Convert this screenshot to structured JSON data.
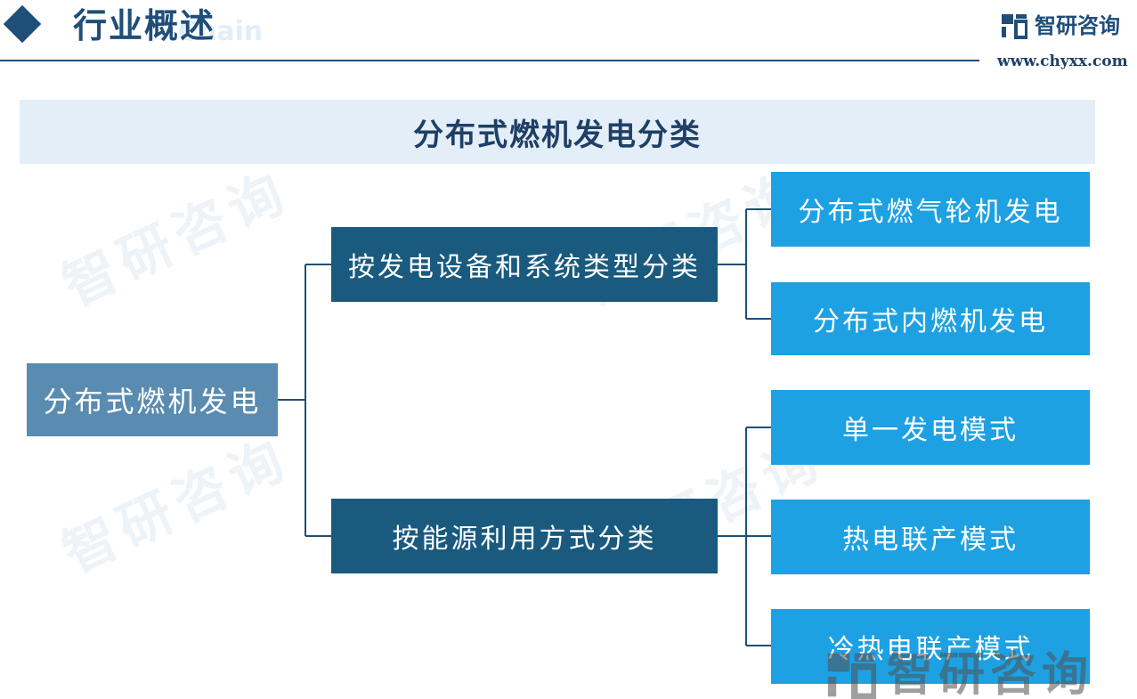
{
  "header": {
    "title": "行业概述",
    "ghost": "Chain"
  },
  "brand": {
    "name": "智研咨询",
    "url": "www.chyxx.com"
  },
  "diagram": {
    "title": "分布式燃机发电分类",
    "root": "分布式燃机发电",
    "branches": [
      {
        "label": "按发电设备和系统类型分类",
        "leaves": [
          "分布式燃气轮机发电",
          "分布式内燃机发电"
        ]
      },
      {
        "label": "按能源利用方式分类",
        "leaves": [
          "单一发电模式",
          "热电联产模式",
          "冷热电联产模式"
        ]
      }
    ]
  },
  "watermark": {
    "text": "智研咨询"
  },
  "colors": {
    "header": "#1f4e79",
    "root": "#5a8bb0",
    "branch": "#195a7e",
    "leaf": "#1da1e2",
    "banner": "#e3eef8"
  }
}
